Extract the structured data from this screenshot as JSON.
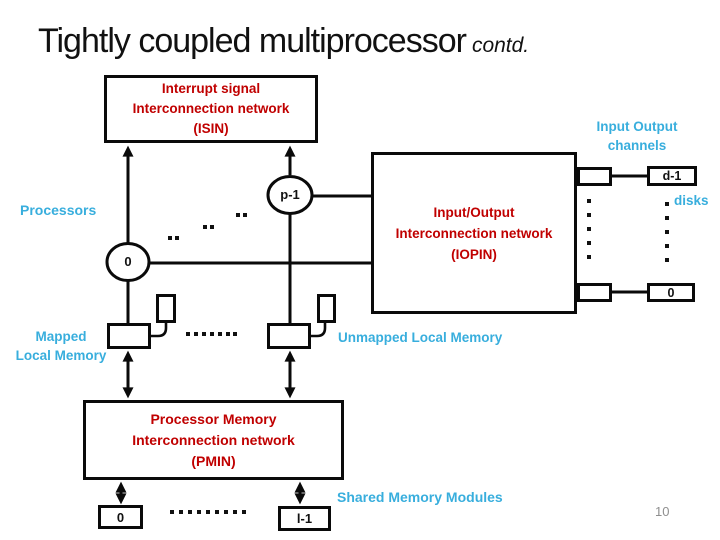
{
  "slide": {
    "title": "Tightly coupled multiprocessor",
    "title_suffix": "contd.",
    "page_number": "10"
  },
  "colors": {
    "accent_red": "#c00000",
    "accent_cyan": "#38aedd",
    "line_black": "#0a0a0a",
    "page_gray": "#8f8f8f"
  },
  "isin_box": {
    "line1": "Interrupt signal",
    "line2": "Interconnection network",
    "line3": "(ISIN)"
  },
  "iopin_box": {
    "line1": "Input/Output",
    "line2": "Interconnection network",
    "line3": "(IOPIN)"
  },
  "pmin_box": {
    "line1": "Processor Memory",
    "line2": "Interconnection network",
    "line3": "(PMIN)"
  },
  "labels": {
    "processors": "Processors",
    "io_channels_line1": "Input Output",
    "io_channels_line2": "channels",
    "disks": "disks",
    "mapped_line1": "Mapped",
    "mapped_line2": "Local Memory",
    "unmapped": "Unmapped Local Memory",
    "shared_memory": "Shared Memory Modules"
  },
  "nodes": {
    "processor_first": "0",
    "processor_last": "p-1",
    "disk_last": "d-1",
    "disk_first": "0",
    "shared_module_first": "0",
    "shared_module_last": "l-1"
  }
}
